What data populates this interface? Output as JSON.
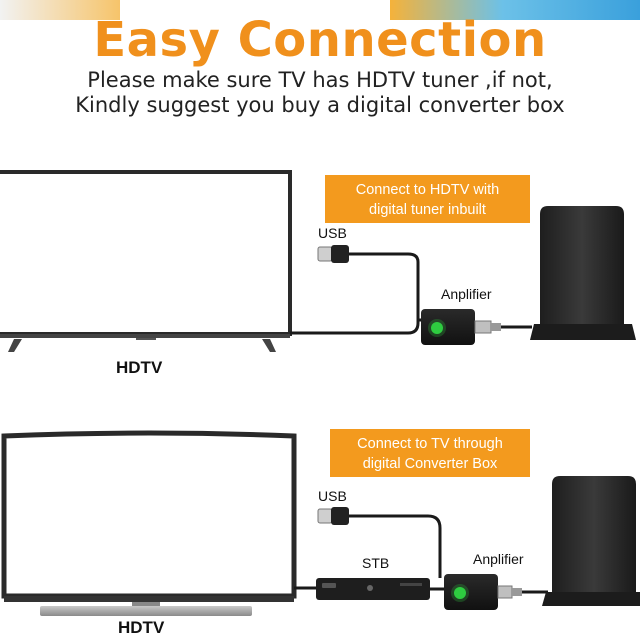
{
  "header": {
    "title": "Easy Connection",
    "subtitle_line1": "Please make sure TV has HDTV tuner ,if not,",
    "subtitle_line2": "Kindly suggest you buy a digital converter box"
  },
  "diagram1": {
    "callout_line1": "Connect to HDTV with",
    "callout_line2": "digital tuner inbuilt",
    "usb_label": "USB",
    "amplifier_label": "Anplifier",
    "tv_label": "HDTV"
  },
  "diagram2": {
    "callout_line1": "Connect to TV through",
    "callout_line2": "digital Converter Box",
    "usb_label": "USB",
    "stb_label": "STB",
    "amplifier_label": "Anplifier",
    "tv_label": "HDTV"
  },
  "colors": {
    "accent": "#f0901c",
    "callout": "#f39a1e",
    "led": "#2ecc40"
  }
}
